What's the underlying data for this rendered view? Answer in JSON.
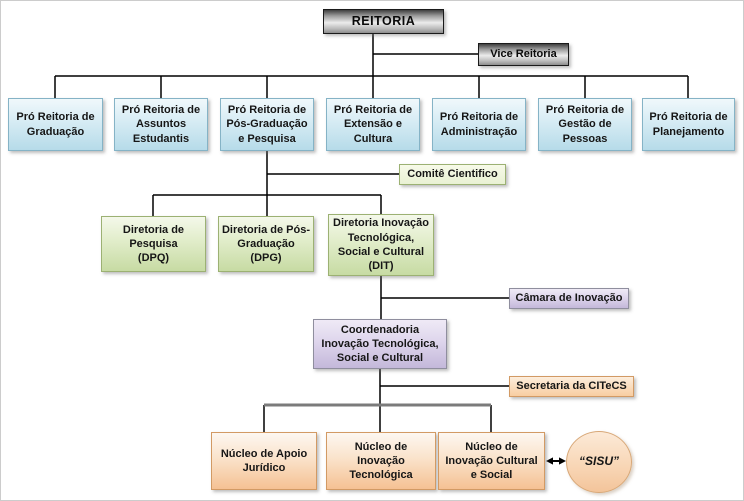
{
  "nodes": {
    "reitoria": "REITORIA",
    "vice_reitoria": "Vice Reitoria",
    "pro_reitorias": [
      "Pró Reitoria de\nGraduação",
      "Pró Reitoria de\nAssuntos\nEstudantis",
      "Pró Reitoria de\nPós-Graduação\ne Pesquisa",
      "Pró Reitoria de\nExtensão e\nCultura",
      "Pró Reitoria de\nAdministração",
      "Pró Reitoria de\nGestão de\nPessoas",
      "Pró Reitoria de\nPlanejamento"
    ],
    "comite": "Comitê Cientifico",
    "diretorias": [
      "Diretoria de\nPesquisa\n(DPQ)",
      "Diretoria de Pós-\nGraduação\n(DPG)",
      "Diretoria Inovação\nTecnológica,\nSocial e Cultural\n(DIT)"
    ],
    "camara": "Câmara de Inovação",
    "coordenadoria": "Coordenadoria\nInovação Tecnológica,\nSocial e Cultural",
    "secretaria": "Secretaria da CITeCS",
    "nucleos": [
      "Núcleo de Apoio\nJurídico",
      "Núcleo de\nInovação\nTecnológica",
      "Núcleo de\nInovação Cultural\ne Social"
    ],
    "sisu": "“SISU”"
  },
  "colors": {
    "metal_gradient_top": "#3f3f3f",
    "metal_gradient_bottom": "#8d8d8d",
    "blue_fill": "#b6dbe9",
    "blue_border": "#85b3c6",
    "green_fill": "#c7dba3",
    "green_border": "#9cb173",
    "purple_fill": "#c4b8da",
    "purple_border": "#8f8e9e",
    "orange_fill": "#f5c193",
    "orange_border": "#d29a64",
    "connector_black": "#000000",
    "connector_gray_thick": "#7b7b7b"
  }
}
